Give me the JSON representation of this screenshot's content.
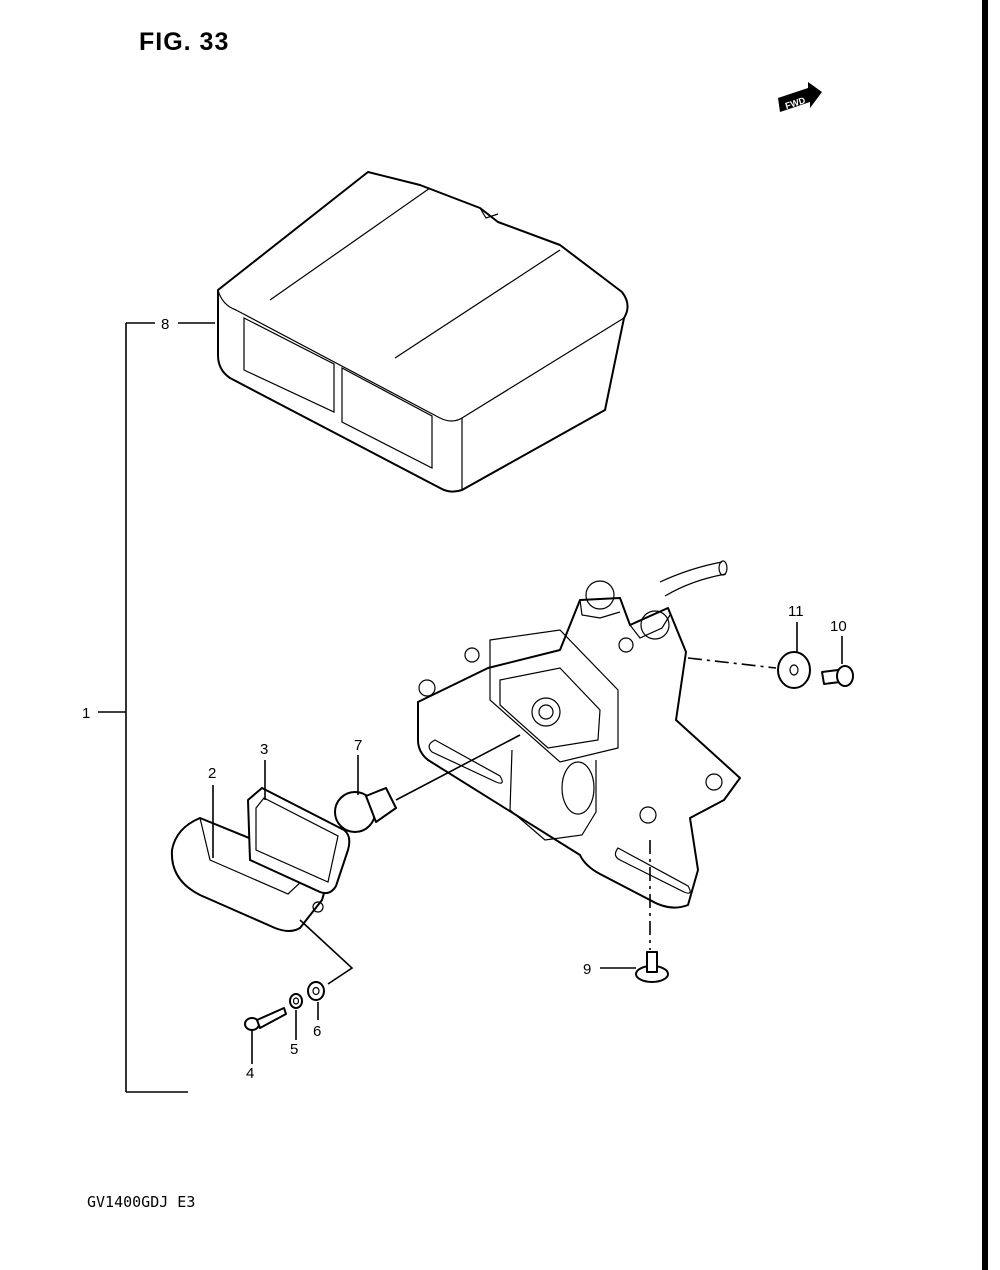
{
  "figure": {
    "title": "FIG. 33",
    "model_code": "GV1400GDJ  E3"
  },
  "orientation_badge": {
    "label": "FWD",
    "icon": "fwd-arrow-icon"
  },
  "callouts": [
    {
      "id": "c1",
      "label": "1"
    },
    {
      "id": "c2",
      "label": "2"
    },
    {
      "id": "c3",
      "label": "3"
    },
    {
      "id": "c4",
      "label": "4"
    },
    {
      "id": "c5",
      "label": "5"
    },
    {
      "id": "c6",
      "label": "6"
    },
    {
      "id": "c7",
      "label": "7"
    },
    {
      "id": "c8",
      "label": "8"
    },
    {
      "id": "c9",
      "label": "9"
    },
    {
      "id": "c10",
      "label": "10"
    },
    {
      "id": "c11",
      "label": "11"
    }
  ]
}
